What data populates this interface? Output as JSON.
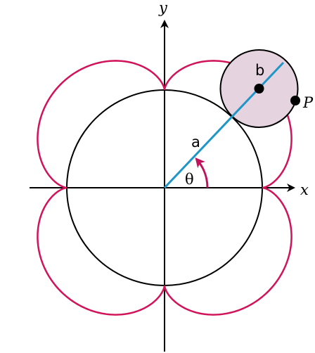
{
  "diagram": {
    "labels": {
      "x_axis": "x",
      "y_axis": "y",
      "point": "P",
      "big_radius": "a",
      "small_radius": "b",
      "angle": "θ"
    },
    "curve": {
      "type": "epicycloid",
      "cusps": 4,
      "radius_ratio_a_to_b": 4
    },
    "angle_theta_deg": 45,
    "colors": {
      "epicycloid": "#d1135a",
      "radius_line": "#1e96c8",
      "rolling_circle_fill": "#e6d3e0",
      "angle_arrow": "#c0125a",
      "axes": "#000000"
    }
  }
}
